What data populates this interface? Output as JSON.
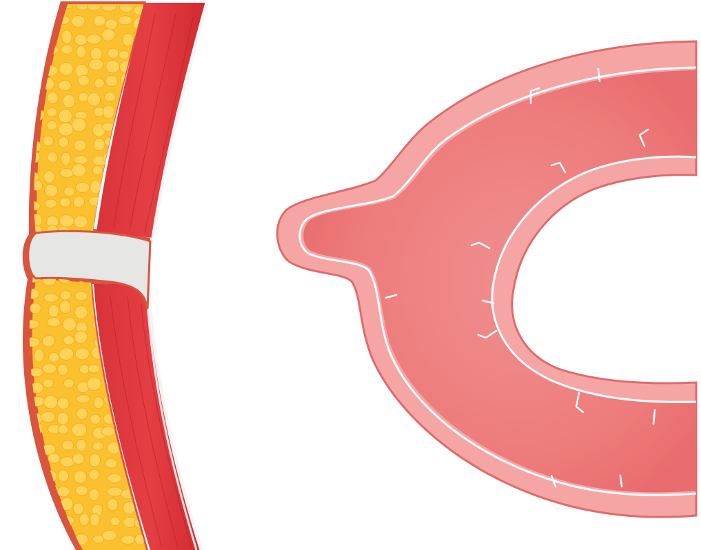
{
  "figure": {
    "background": "#ffffff",
    "parts": {
      "abdominal_wall": {
        "icon": "abdominal-wall-cross-section",
        "layers": [
          "skin",
          "subcutaneous-fat",
          "muscle",
          "peritoneum"
        ],
        "colors": {
          "outline": "#d9553f",
          "fat": "#fbc02d",
          "fat_cells": "#fdd35a",
          "muscle": "#e0393e",
          "muscle_dark": "#c8262e",
          "peritoneum": "#f4f4f2",
          "plug": "#e6e6e4"
        }
      },
      "bowel_loop": {
        "icon": "bowel-loop-with-diverticulum",
        "colors": {
          "outer": "#f6a5a5",
          "outer_edge": "#e06a6a",
          "inner": "#ee7b7b",
          "inner_shade": "#e9696c",
          "fold_lines": "#ffffff",
          "mucosa_band": "#f9b8b8"
        }
      }
    }
  }
}
